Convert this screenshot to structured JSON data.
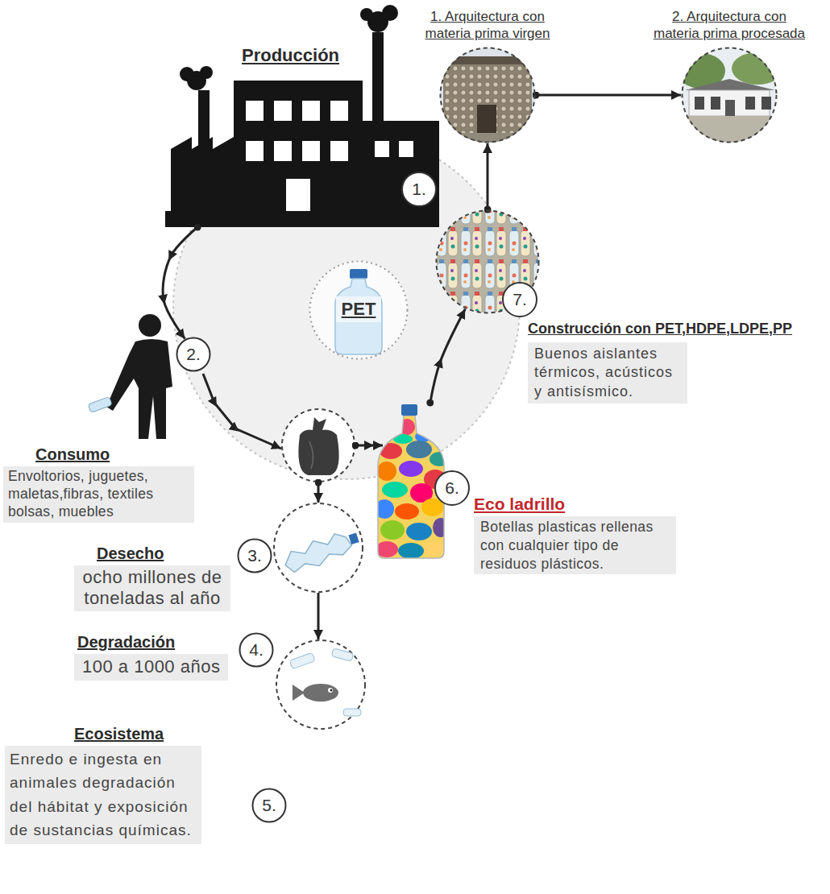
{
  "diagram": {
    "nodes": [
      {
        "text": [
          "Producción",
          "1."
        ]
      },
      {
        "text": [
          "1. Arquitectura con materia prima virgen"
        ]
      },
      {
        "text": [
          "2. Arquitectura con materia prima procesada"
        ]
      },
      {
        "text": [
          "7."
        ]
      },
      {
        "text": [
          "Construcción con PET,HDPE,LDPE,PP",
          "Buenos aislantes térmicos, acústicos y antisísmico."
        ]
      },
      {
        "text": [
          "PET"
        ]
      },
      {
        "text": [
          "2."
        ]
      },
      {
        "text": [
          "Consumo",
          "Envoltorios, juguetes, maletas,fibras, textiles bolsas, muebles"
        ]
      },
      {
        "text": [
          "6."
        ]
      },
      {
        "text": [
          "Eco ladrillo",
          "Botellas plasticas rellenas con cualquier tipo de residuos plásticos."
        ]
      },
      {
        "text": [
          "3."
        ]
      },
      {
        "text": [
          "Desecho",
          "ocho millones de toneladas al año"
        ]
      },
      {
        "text": [
          "Degradación",
          "100 a 1000 años"
        ]
      },
      {
        "text": [
          "4."
        ]
      },
      {
        "text": [
          "Ecosistema",
          "Enredo e ingesta en animales degradación del hábitat y exposición de sustancias químicas."
        ]
      },
      {
        "text": [
          "5."
        ]
      }
    ],
    "edges": [
      {
        "from": 0,
        "to": 6,
        "arrow": "to"
      },
      {
        "from": 8,
        "to": 3,
        "arrow": "to"
      },
      {
        "from": 3,
        "to": 1,
        "arrow": "to"
      },
      {
        "from": 1,
        "to": 2,
        "arrow": "to"
      }
    ]
  }
}
